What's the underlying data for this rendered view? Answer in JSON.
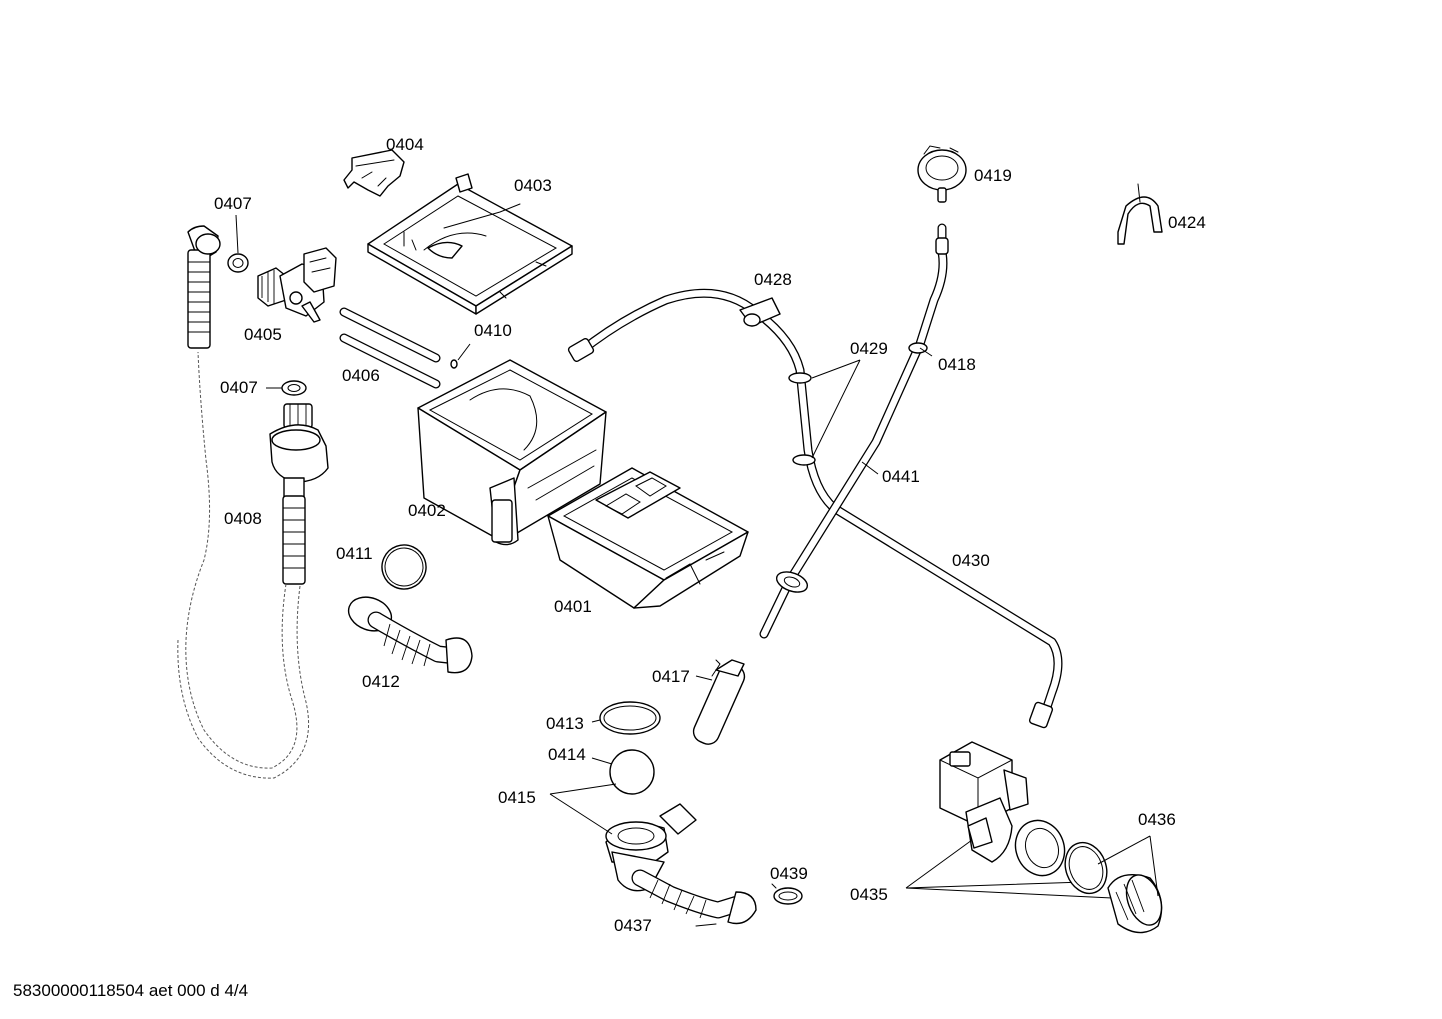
{
  "document_ref": "58300000118504 aet 000 d 4/4",
  "callouts": {
    "p0401": "0401",
    "p0402": "0402",
    "p0403": "0403",
    "p0404": "0404",
    "p0405": "0405",
    "p0406": "0406",
    "p0407a": "0407",
    "p0407b": "0407",
    "p0408": "0408",
    "p0410": "0410",
    "p0411": "0411",
    "p0412": "0412",
    "p0413": "0413",
    "p0414": "0414",
    "p0415": "0415",
    "p0417": "0417",
    "p0418": "0418",
    "p0419": "0419",
    "p0424": "0424",
    "p0428": "0428",
    "p0429": "0429",
    "p0430": "0430",
    "p0435": "0435",
    "p0436": "0436",
    "p0437": "0437",
    "p0439": "0439",
    "p0441": "0441"
  },
  "colors": {
    "line": "#000000",
    "background": "#ffffff"
  }
}
